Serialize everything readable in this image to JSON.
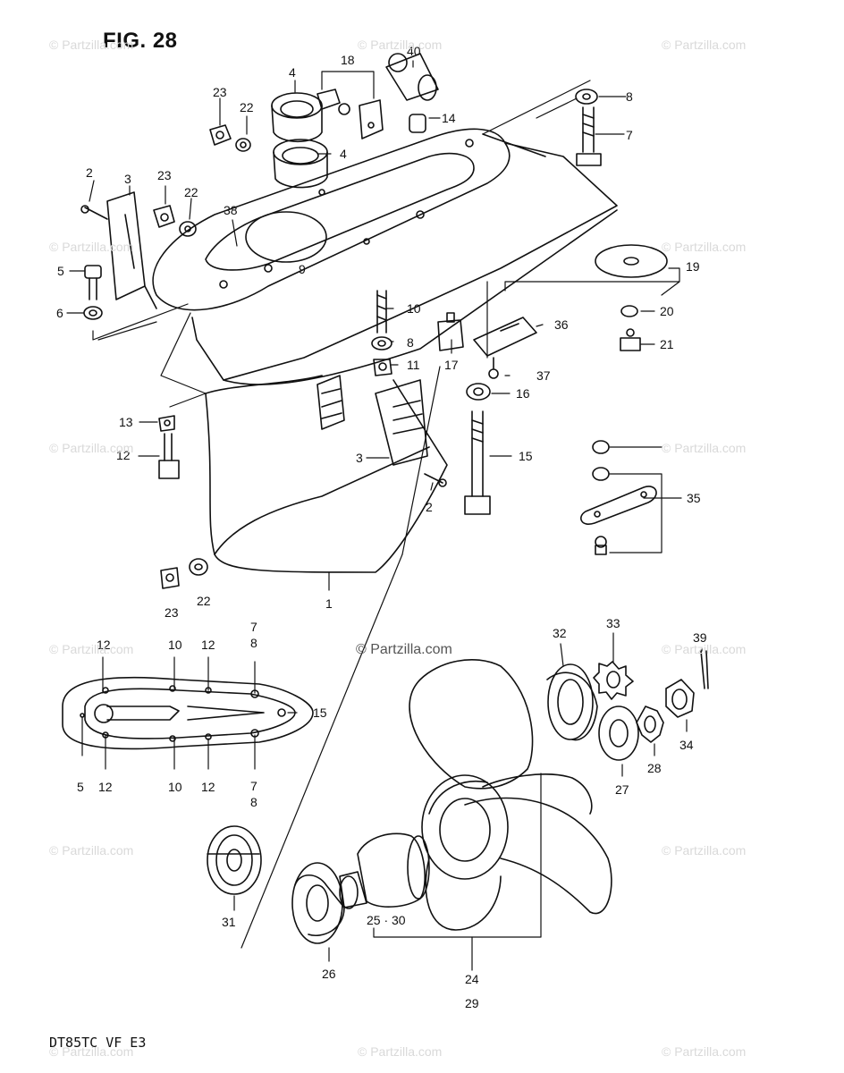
{
  "figure": {
    "title": "FIG. 28",
    "model_code": "DT85TC VF E3"
  },
  "watermark": {
    "text": "© Partzilla.com",
    "main_text": "© Partzilla.com"
  },
  "callouts": {
    "c40": "40",
    "c18": "18",
    "c4a": "4",
    "c4b": "4",
    "c23a": "23",
    "c22a": "22",
    "c14": "14",
    "c8a": "8",
    "c7a": "7",
    "c2a": "2",
    "c3a": "3",
    "c23b": "23",
    "c22b": "22",
    "c38": "38",
    "c9": "9",
    "c5a": "5",
    "c6": "6",
    "c10a": "10",
    "c8b": "8",
    "c11": "11",
    "c17": "17",
    "c36": "36",
    "c37": "37",
    "c19": "19",
    "c20": "20",
    "c21": "21",
    "c13": "13",
    "c16": "16",
    "c12a": "12",
    "c15a": "15",
    "c3b": "3",
    "c2b": "2",
    "c35": "35",
    "c23c": "23",
    "c22c": "22",
    "c1": "1",
    "p12a": "12",
    "p10a": "10",
    "p12b": "12",
    "p7a": "7",
    "p8a": "8",
    "p15": "15",
    "p5": "5",
    "p12c": "12",
    "p10b": "10",
    "p12d": "12",
    "p7b": "7",
    "p8b": "8",
    "c32": "32",
    "c33": "33",
    "c39": "39",
    "c34": "34",
    "c28": "28",
    "c27": "27",
    "c31": "31",
    "c26": "26",
    "c25_30": "25 · 30",
    "c24": "24",
    "c29": "29"
  }
}
